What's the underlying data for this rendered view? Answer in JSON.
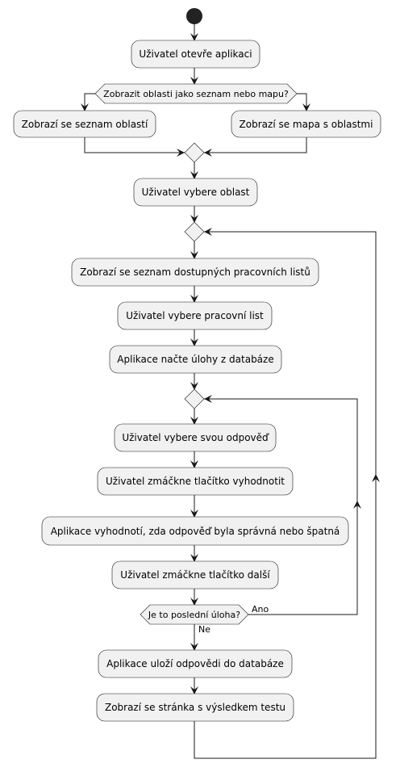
{
  "colors": {
    "node_fill": "#f1f1f1",
    "stroke": "#181818",
    "start": "#222222"
  },
  "nodes": {
    "open_app": "Uživatel otevře aplikaci",
    "choice_question": "Zobrazit oblasti jako seznam nebo mapu?",
    "show_list": "Zobrazí se seznam oblastí",
    "show_map": "Zobrazí se mapa s oblastmi",
    "select_area": "Uživatel vybere oblast",
    "show_worksheets": "Zobrazí se seznam dostupných pracovních listů",
    "select_worksheet": "Uživatel vybere pracovní list",
    "load_tasks": "Aplikace načte úlohy z databáze",
    "select_answer": "Uživatel vybere svou odpověď",
    "press_evaluate": "Uživatel zmáčkne tlačítko vyhodnotit",
    "evaluate": "Aplikace vyhodnotí, zda odpověď byla správná nebo špatná",
    "press_next": "Uživatel zmáčkne tlačítko další",
    "last_task_question": "Je to poslední úloha?",
    "save_answers": "Aplikace uloží odpovědi do databáze",
    "show_result": "Zobrazí se stránka s výsledkem testu"
  },
  "edge_labels": {
    "yes": "Ano",
    "no": "Ne"
  }
}
